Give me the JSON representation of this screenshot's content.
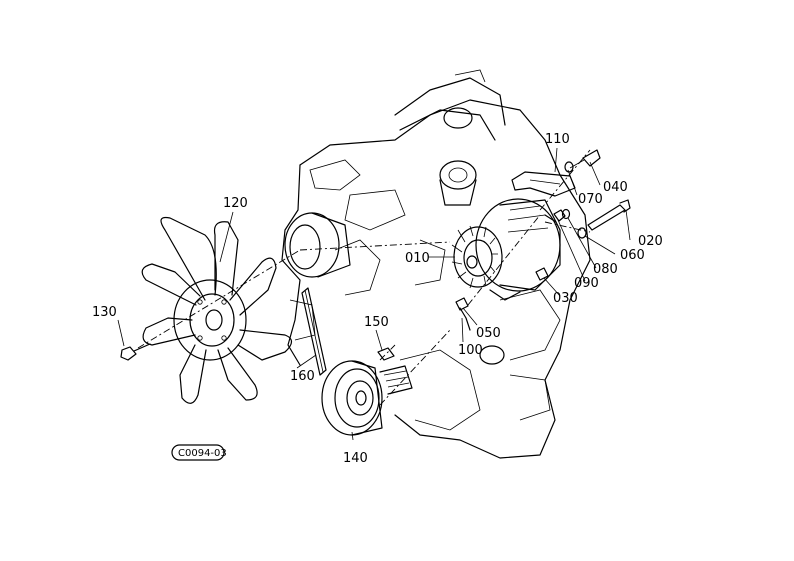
{
  "parts": {
    "p010": "010",
    "p020": "020",
    "p030": "030",
    "p040": "040",
    "p050": "050",
    "p060": "060",
    "p070": "070",
    "p080": "080",
    "p090": "090",
    "p100": "100",
    "p110": "110",
    "p120": "120",
    "p130": "130",
    "p140": "140",
    "p150": "150",
    "p160": "160"
  },
  "drawing_code": "C0094-03",
  "line_color": "#000000",
  "background_color": "#ffffff"
}
